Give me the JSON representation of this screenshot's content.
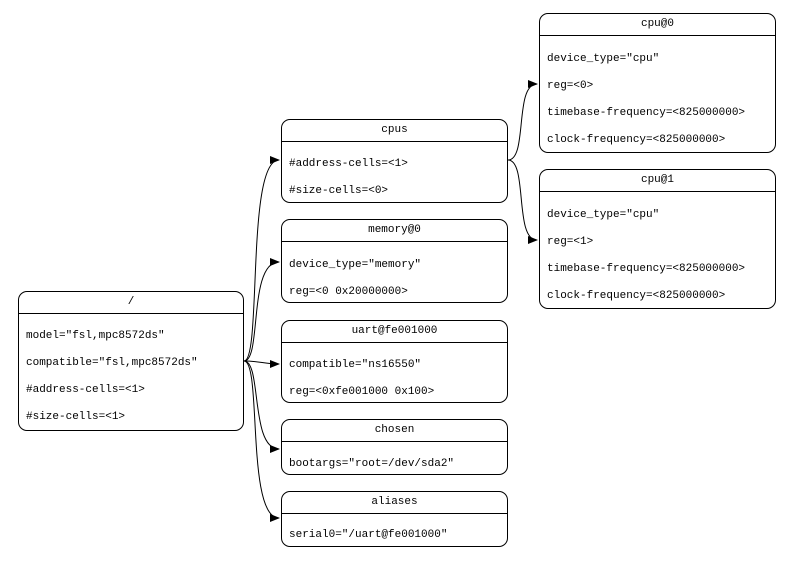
{
  "nodes": {
    "root": {
      "title": "/",
      "props": [
        "model=\"fsl,mpc8572ds\"",
        "compatible=\"fsl,mpc8572ds\"",
        "#address-cells=<1>",
        "#size-cells=<1>"
      ]
    },
    "cpus": {
      "title": "cpus",
      "props": [
        "#address-cells=<1>",
        "#size-cells=<0>"
      ]
    },
    "memory": {
      "title": "memory@0",
      "props": [
        "device_type=\"memory\"",
        "reg=<0 0x20000000>"
      ]
    },
    "uart": {
      "title": "uart@fe001000",
      "props": [
        "compatible=\"ns16550\"",
        "reg=<0xfe001000 0x100>"
      ]
    },
    "chosen": {
      "title": "chosen",
      "props": [
        "bootargs=\"root=/dev/sda2\""
      ]
    },
    "aliases": {
      "title": "aliases",
      "props": [
        "serial0=\"/uart@fe001000\""
      ]
    },
    "cpu0": {
      "title": "cpu@0",
      "props": [
        "device_type=\"cpu\"",
        "reg=<0>",
        "timebase-frequency=<825000000>",
        "clock-frequency=<825000000>"
      ]
    },
    "cpu1": {
      "title": "cpu@1",
      "props": [
        "device_type=\"cpu\"",
        "reg=<1>",
        "timebase-frequency=<825000000>",
        "clock-frequency=<825000000>"
      ]
    }
  },
  "colors": {
    "stroke": "#000000",
    "fill": "#ffffff"
  }
}
